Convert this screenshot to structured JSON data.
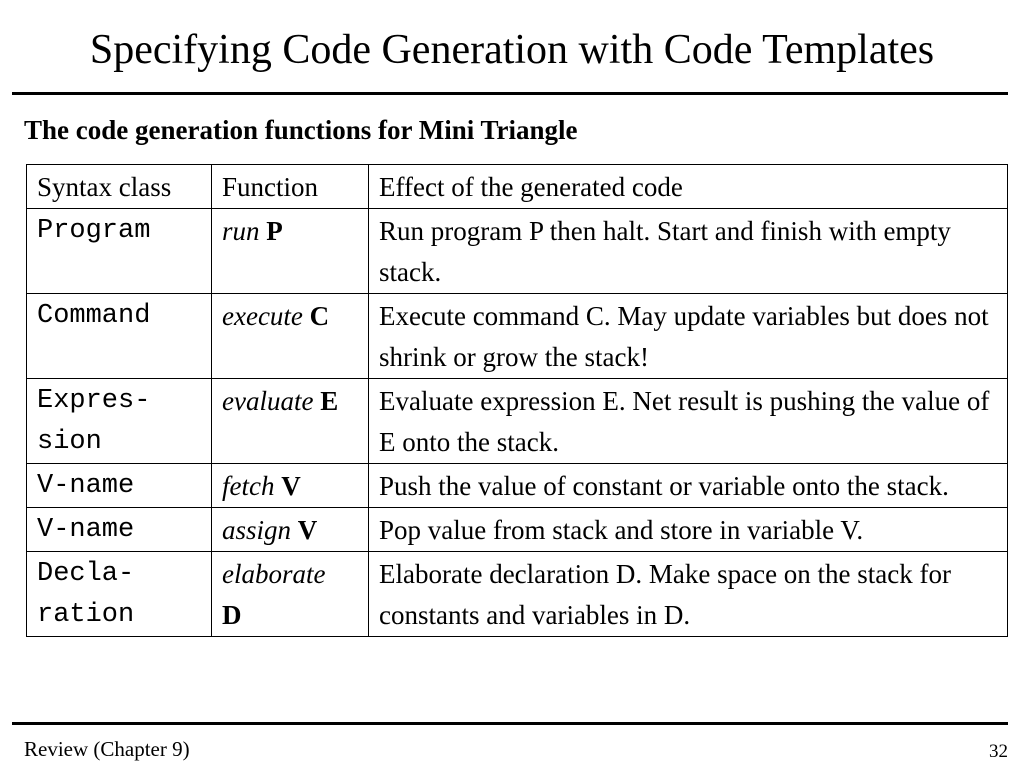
{
  "slide": {
    "title": "Specifying Code Generation with Code Templates",
    "subtitle": "The code generation functions for Mini Triangle"
  },
  "table": {
    "headers": [
      "Syntax class",
      "Function",
      "Effect of the generated code"
    ],
    "rows": [
      {
        "syntax": "Program",
        "func_italic": "run",
        "func_bold": "P",
        "effect": "Run program P then halt.  Start and finish with empty stack."
      },
      {
        "syntax": "Command",
        "func_italic": "execute",
        "func_bold": "C",
        "effect": "Execute command C.  May update variables but does not shrink or grow the stack!"
      },
      {
        "syntax": "Expres-sion",
        "func_italic": "evaluate",
        "func_bold": "E",
        "effect": "Evaluate expression E.  Net result is pushing the value of E onto the stack."
      },
      {
        "syntax": "V-name",
        "func_italic": "fetch",
        "func_bold": "V",
        "effect": "Push the value of constant or variable onto the stack."
      },
      {
        "syntax": "V-name",
        "func_italic": "assign",
        "func_bold": "V",
        "effect": "Pop value from stack and store in variable V."
      },
      {
        "syntax": "Decla-ration",
        "func_italic": "elaborate",
        "func_bold": "D",
        "effect": "Elaborate declaration D.  Make space on the stack for constants and variables in D."
      }
    ]
  },
  "footer": {
    "left": "Review (Chapter 9)",
    "page_number": "32"
  }
}
